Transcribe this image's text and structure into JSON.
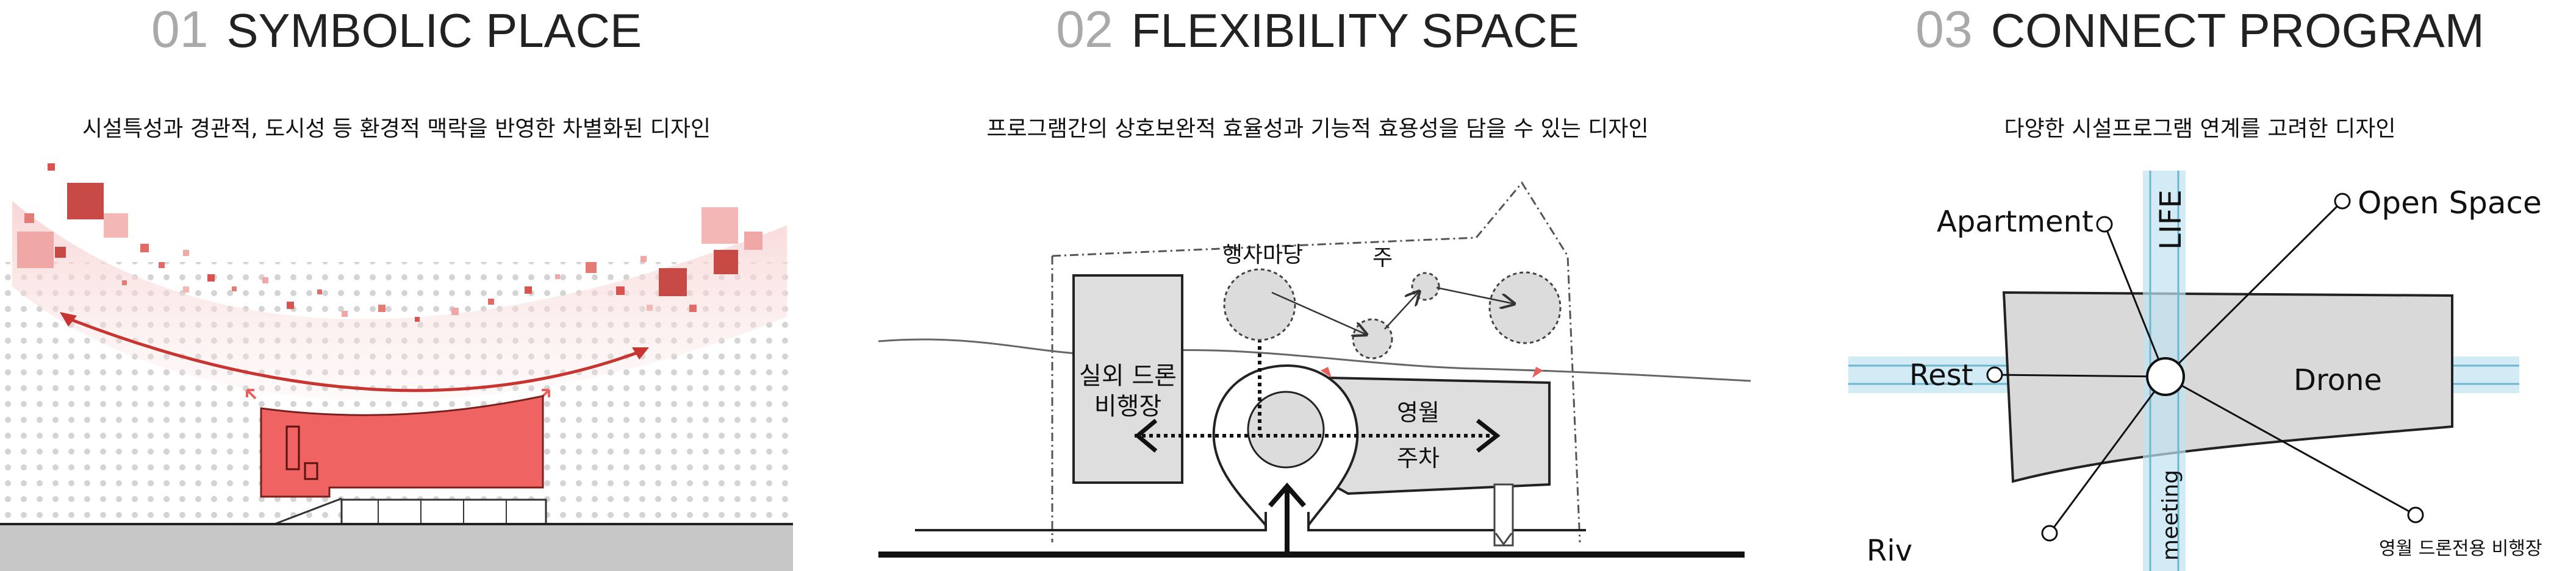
{
  "panels": [
    {
      "number": "01",
      "title": "SYMBOLIC PLACE",
      "subtitle": "시설특성과 경관적, 도시성 등 환경적 맥락을 반영한 차별화된 디자인"
    },
    {
      "number": "02",
      "title": "FLEXIBILITY SPACE",
      "subtitle": "프로그램간의 상호보완적 효율성과 기능적 효용성을 담을 수 있는 디자인",
      "labels": {
        "event_yard": "행사마당",
        "ju": "주",
        "outdoor_line1": "실외 드론",
        "outdoor_line2": "비행장",
        "yeongwol": "영월",
        "parking": "주차"
      }
    },
    {
      "number": "03",
      "title": "CONNECT PROGRAM",
      "subtitle": "다양한 시설프로그램 연계를 고려한 디자인",
      "labels": {
        "apartment": "Apartment",
        "open_space": "Open Space",
        "life": "LIFE",
        "rest": "Rest",
        "drone": "Drone",
        "meeting": "meeting",
        "riv": "Riv",
        "drone_field": "영월 드론전용 비행장"
      }
    }
  ],
  "colors": {
    "accent_red": "#e8605e",
    "dark_red": "#c8342f",
    "gray_block": "#d9d9d9",
    "light_blue": "#bfe3ef",
    "line_blue": "#6fb7cf"
  }
}
